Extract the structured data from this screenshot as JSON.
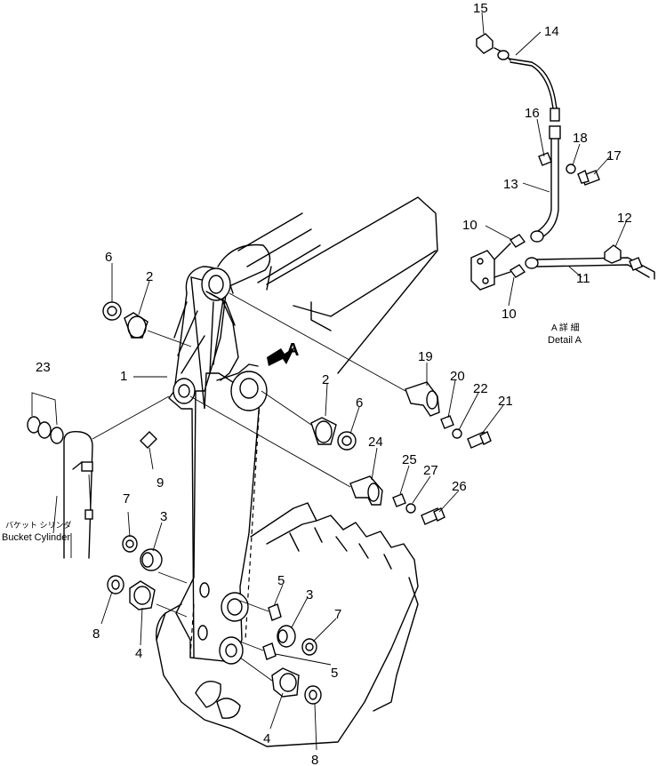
{
  "callouts": {
    "c1": "1",
    "c2a": "2",
    "c2b": "2",
    "c3a": "3",
    "c3b": "3",
    "c4a": "4",
    "c4b": "4",
    "c5a": "5",
    "c5b": "5",
    "c6a": "6",
    "c6b": "6",
    "c7a": "7",
    "c7b": "7",
    "c8a": "8",
    "c8b": "8",
    "c9": "9",
    "c10a": "10",
    "c10b": "10",
    "c11": "11",
    "c12": "12",
    "c13": "13",
    "c14": "14",
    "c15": "15",
    "c16": "16",
    "c17": "17",
    "c18": "18",
    "c19": "19",
    "c20": "20",
    "c21": "21",
    "c22": "22",
    "c23": "23",
    "c24": "24",
    "c25": "25",
    "c26": "26",
    "c27": "27"
  },
  "labels": {
    "view_arrow": "A",
    "detail_jp": "A 詳 細",
    "detail_en": "Detail A",
    "bucket_cylinder_jp": "バケット シリンダ",
    "bucket_cylinder_en": "Bucket Cylinder"
  }
}
